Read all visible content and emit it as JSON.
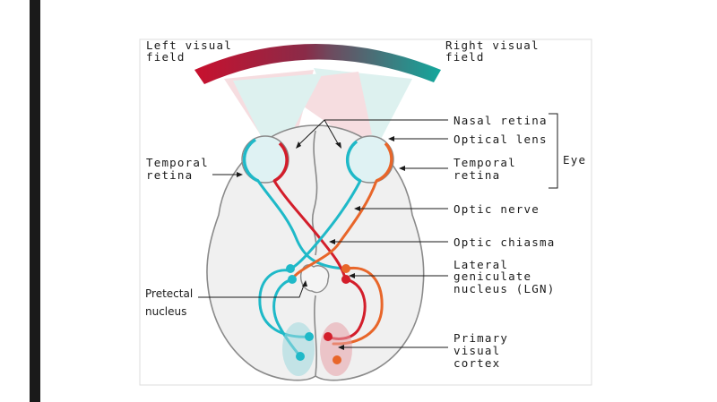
{
  "labels": {
    "left_visual_field": [
      "Left visual",
      "field"
    ],
    "right_visual_field": [
      "Right visual",
      "field"
    ],
    "nasal_retina": "Nasal retina",
    "optical_lens": "Optical lens",
    "eye": "Eye",
    "temporal_retina_left": [
      "Temporal",
      "retina"
    ],
    "temporal_retina_right": [
      "Temporal",
      "retina"
    ],
    "optic_nerve": "Optic nerve",
    "optic_chiasma": "Optic chiasma",
    "lgn": [
      "Lateral",
      "geniculate",
      "nucleus (LGN)"
    ],
    "pretectal_nucleus": [
      "Pretectal",
      "nucleus"
    ],
    "primary_visual_cortex": [
      "Primary",
      "visual",
      "cortex"
    ]
  },
  "colors": {
    "left_field": "#c8102e",
    "right_field": "#1aa59a",
    "left_pathway": "#d31e2b",
    "right_pathway": "#1fb9c8",
    "temporal_right": "#e8662a",
    "brain_fill": "#f0f0f0",
    "brain_stroke": "#8a8a8a"
  }
}
